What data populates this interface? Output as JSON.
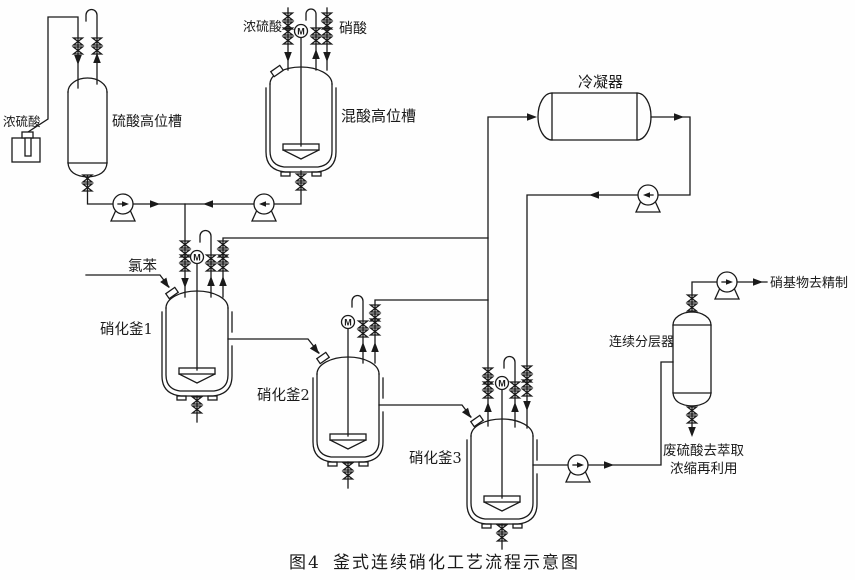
{
  "figure_caption": {
    "prefix": "图4",
    "title": "釜式连续硝化工艺流程示意图"
  },
  "labels": {
    "source_acid": "浓硫酸",
    "sulfuric_tank": "硫酸高位槽",
    "feed_sulfuric": "浓硫酸",
    "feed_nitric": "硝酸",
    "mixed_tank": "混酸高位槽",
    "condenser": "冷凝器",
    "chlorobenzene": "氯苯",
    "kettle1": "硝化釜1",
    "kettle2": "硝化釜2",
    "kettle3": "硝化釜3",
    "separator": "连续分层器",
    "product_out": "硝基物去精制",
    "waste_out_line1": "废硫酸去萃取",
    "waste_out_line2": "浓缩再利用",
    "motor": "M"
  },
  "colors": {
    "ink": "#1a1a1a",
    "paper": "#ffffff"
  }
}
